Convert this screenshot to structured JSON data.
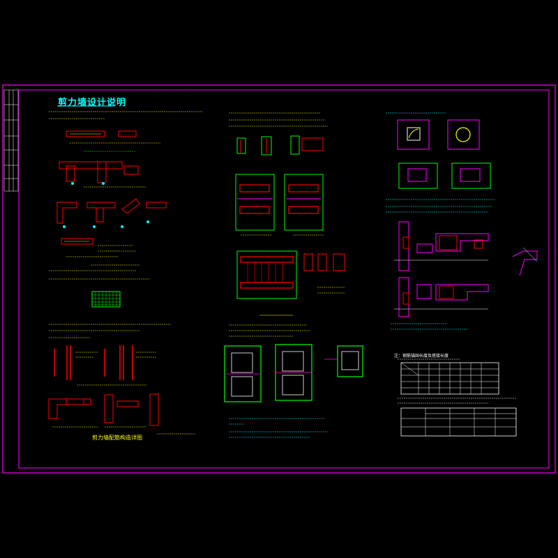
{
  "drawing": {
    "title": "剪力墙设计说明",
    "detail_title": "剪力墙配筋构造详图",
    "table_caption": "注：钢筋锚固长度及搭接长度",
    "colors": {
      "background": "#000000",
      "frame": "#ff00ff",
      "title": "#00ffff",
      "rebar": "#ff0000",
      "note": "#ffff00",
      "concrete": "#00ff00",
      "dimension": "#ffffff"
    }
  }
}
